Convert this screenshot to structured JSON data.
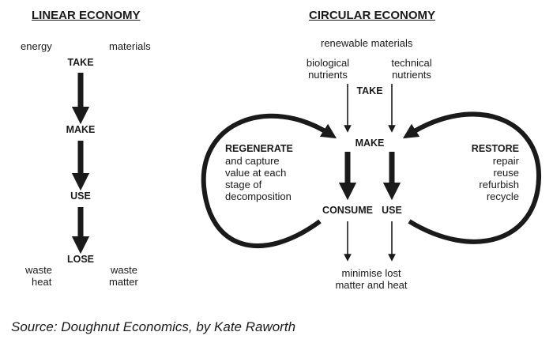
{
  "linear": {
    "title": "LINEAR ECONOMY",
    "energy": "energy",
    "materials": "materials",
    "take": "TAKE",
    "make": "MAKE",
    "use": "USE",
    "lose": "LOSE",
    "waste_heat_1": "waste",
    "waste_heat_2": "heat",
    "waste_matter_1": "waste",
    "waste_matter_2": "matter"
  },
  "circular": {
    "title": "CIRCULAR ECONOMY",
    "renewable": "renewable materials",
    "bio_1": "biological",
    "bio_2": "nutrients",
    "tech_1": "technical",
    "tech_2": "nutrients",
    "take": "TAKE",
    "make": "MAKE",
    "consume": "CONSUME",
    "use": "USE",
    "regenerate": {
      "title": "REGENERATE",
      "line1": "and capture",
      "line2": "value at each",
      "line3": "stage of",
      "line4": "decomposition"
    },
    "restore": {
      "title": "RESTORE",
      "line1": "repair",
      "line2": "reuse",
      "line3": "refurbish",
      "line4": "recycle"
    },
    "minimise_1": "minimise lost",
    "minimise_2": "matter and heat"
  },
  "caption": "Source: Doughnut Economics, by Kate Raworth"
}
